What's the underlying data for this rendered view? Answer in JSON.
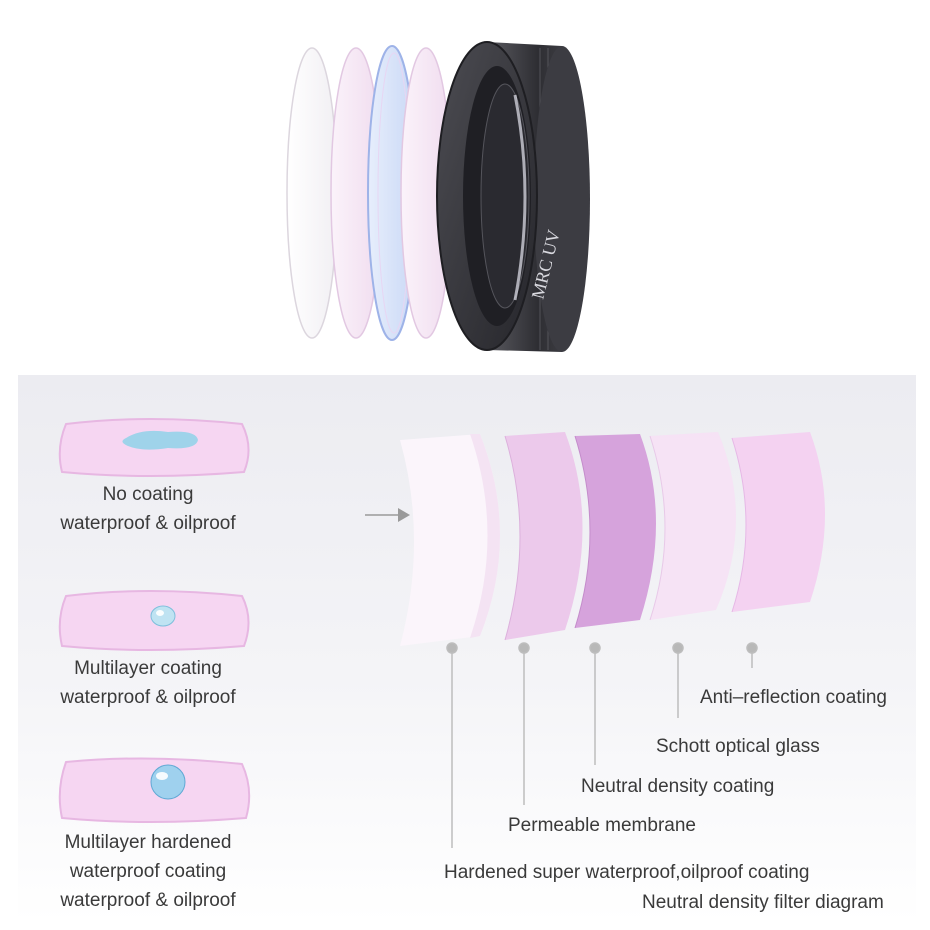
{
  "product": {
    "lens_label": "MRC UV"
  },
  "coating_examples": [
    {
      "line1": "No coating",
      "line2": "waterproof & oilproof"
    },
    {
      "line1": "Multilayer coating",
      "line2": "waterproof & oilproof"
    },
    {
      "line1": "Multilayer hardened",
      "line2": "waterproof coating",
      "line3": "waterproof & oilproof"
    }
  ],
  "layers": [
    {
      "label": "Anti–reflection coating"
    },
    {
      "label": "Schott optical glass"
    },
    {
      "label": "Neutral density coating"
    },
    {
      "label": "Permeable membrane"
    },
    {
      "label": "Hardened super waterproof,oilproof coating"
    }
  ],
  "diagram_caption": "Neutral density filter diagram",
  "colors": {
    "pink_glass": "#f3d3ee",
    "purple_layer": "#d9a6dd",
    "blue_glass": "#cfdcf7",
    "frame_dark": "#3a3a3e",
    "text": "#3a3a3a",
    "pointer_dot": "#b8b8b8"
  }
}
